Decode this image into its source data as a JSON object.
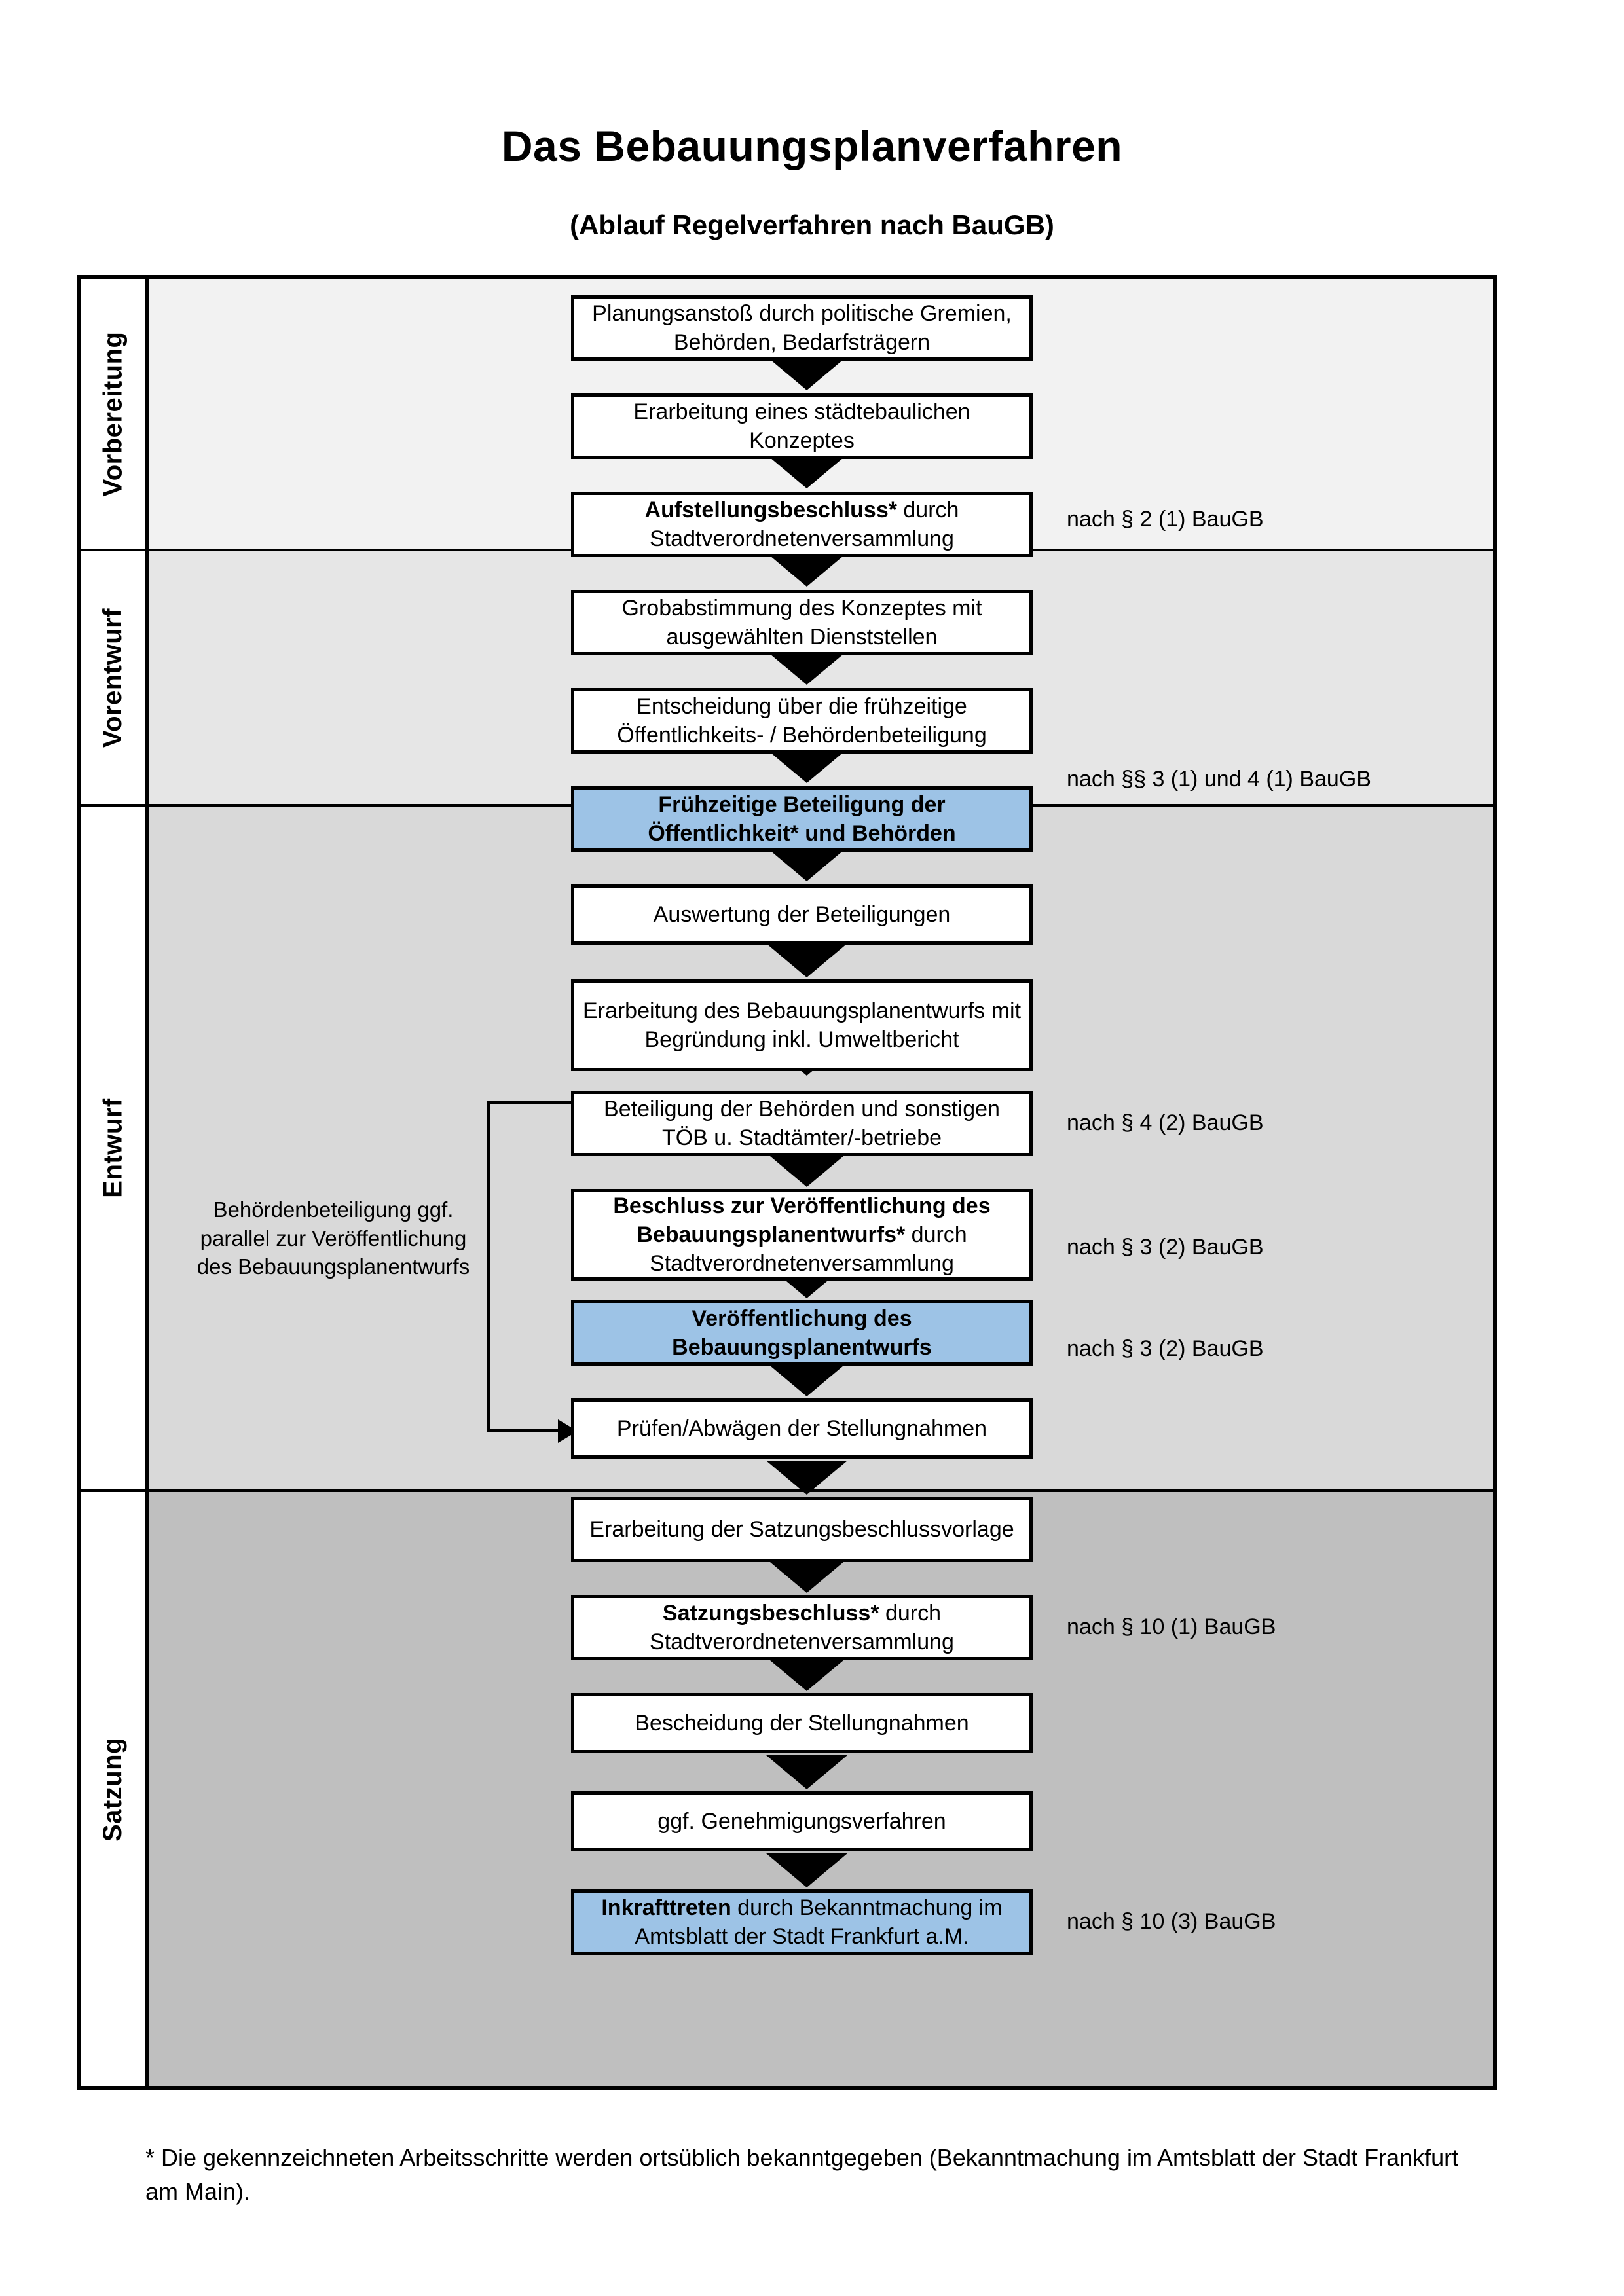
{
  "header": {
    "title": "Das Bebauungsplanverfahren",
    "subtitle": "(Ablauf Regelverfahren nach BauGB)"
  },
  "phases": [
    {
      "label": "Vorbereitung"
    },
    {
      "label": "Vorentwurf"
    },
    {
      "label": "Entwurf"
    },
    {
      "label": "Satzung"
    }
  ],
  "steps": [
    {
      "id": "planungsanstoss",
      "text": "Planungsanstoß durch politische Gremien, Behörden, Bedarfsträgern",
      "highlight": false,
      "bold_prefix": ""
    },
    {
      "id": "staedtebauliches-konzept",
      "text": "Erarbeitung eines städtebaulichen Konzeptes",
      "highlight": false,
      "bold_prefix": ""
    },
    {
      "id": "aufstellungsbeschluss",
      "text": " durch Stadtverordnetenversammlung",
      "highlight": false,
      "bold_prefix": "Aufstellungsbeschluss*"
    },
    {
      "id": "grobabstimmung",
      "text": "Grobabstimmung des Konzeptes mit ausgewählten Dienststellen",
      "highlight": false,
      "bold_prefix": ""
    },
    {
      "id": "entscheidung-fruehzeitige",
      "text": "Entscheidung über die frühzeitige Öffentlichkeits- / Behördenbeteiligung",
      "highlight": false,
      "bold_prefix": ""
    },
    {
      "id": "fruehzeitige-beteiligung",
      "text": "",
      "highlight": true,
      "bold_prefix": "Frühzeitige Beteiligung der Öffentlichkeit* und Behörden"
    },
    {
      "id": "auswertung-beteiligungen",
      "text": "Auswertung der Beteiligungen",
      "highlight": false,
      "bold_prefix": ""
    },
    {
      "id": "erarbeitung-bebauungsplanentwurf",
      "text": "Erarbeitung des Bebauungsplanentwurfs mit Begründung inkl. Umweltbericht",
      "highlight": false,
      "bold_prefix": ""
    },
    {
      "id": "beteiligung-behoerden-toeb",
      "text": "Beteiligung der Behörden und sonstigen TÖB u. Stadtämter/-betriebe",
      "highlight": false,
      "bold_prefix": ""
    },
    {
      "id": "beschluss-veroeffentlichung",
      "text": " durch Stadtverordnetenversammlung",
      "highlight": false,
      "bold_prefix": "Beschluss zur Veröffentlichung des Bebauungsplanentwurfs*"
    },
    {
      "id": "veroeffentlichung-entwurf",
      "text": "",
      "highlight": true,
      "bold_prefix": "Veröffentlichung des Bebauungsplanentwurfs"
    },
    {
      "id": "pruefen-abwaegen",
      "text": "Prüfen/Abwägen der Stellungnahmen",
      "highlight": false,
      "bold_prefix": ""
    },
    {
      "id": "erarbeitung-satzungsbeschlussvorlage",
      "text": "Erarbeitung der Satzungsbeschlussvorlage",
      "highlight": false,
      "bold_prefix": ""
    },
    {
      "id": "satzungsbeschluss",
      "text": " durch Stadtverordnetenversammlung",
      "highlight": false,
      "bold_prefix": "Satzungsbeschluss*"
    },
    {
      "id": "bescheidung-stellungnahmen",
      "text": "Bescheidung der Stellungnahmen",
      "highlight": false,
      "bold_prefix": ""
    },
    {
      "id": "genehmigungsverfahren",
      "text": "ggf. Genehmigungsverfahren",
      "highlight": false,
      "bold_prefix": ""
    },
    {
      "id": "inkrafttreten",
      "text": " durch Bekanntmachung im Amtsblatt der Stadt Frankfurt a.M.",
      "highlight": true,
      "bold_prefix": "Inkrafttreten"
    }
  ],
  "legal_refs": [
    {
      "id": "ref-par2-1",
      "text": "nach § 2 (1) BauGB"
    },
    {
      "id": "ref-par3-1-4-1",
      "text": "nach §§ 3 (1) und 4 (1) BauGB"
    },
    {
      "id": "ref-par4-2",
      "text": "nach § 4 (2) BauGB"
    },
    {
      "id": "ref-par3-2-a",
      "text": "nach § 3 (2) BauGB"
    },
    {
      "id": "ref-par3-2-b",
      "text": "nach § 3 (2) BauGB"
    },
    {
      "id": "ref-par10-1",
      "text": "nach § 10 (1) BauGB"
    },
    {
      "id": "ref-par10-3",
      "text": "nach § 10 (3) BauGB"
    }
  ],
  "side_note": "Behördenbeteiligung ggf. parallel zur Veröffentlichung des Bebauungsplanentwurfs",
  "footnote": "* Die gekennzeichneten Arbeitsschritte werden ortsüblich bekanntgegeben (Bekanntmachung im Amtsblatt  der Stadt Frankfurt am Main).",
  "colors": {
    "highlight_blue": "#9DC3E6",
    "band_vorbereitung": "#F2F2F2",
    "band_vorentwurf": "#E6E6E6",
    "band_entwurf": "#D9D9D9",
    "band_satzung": "#BFBFBF",
    "border": "#000000"
  }
}
